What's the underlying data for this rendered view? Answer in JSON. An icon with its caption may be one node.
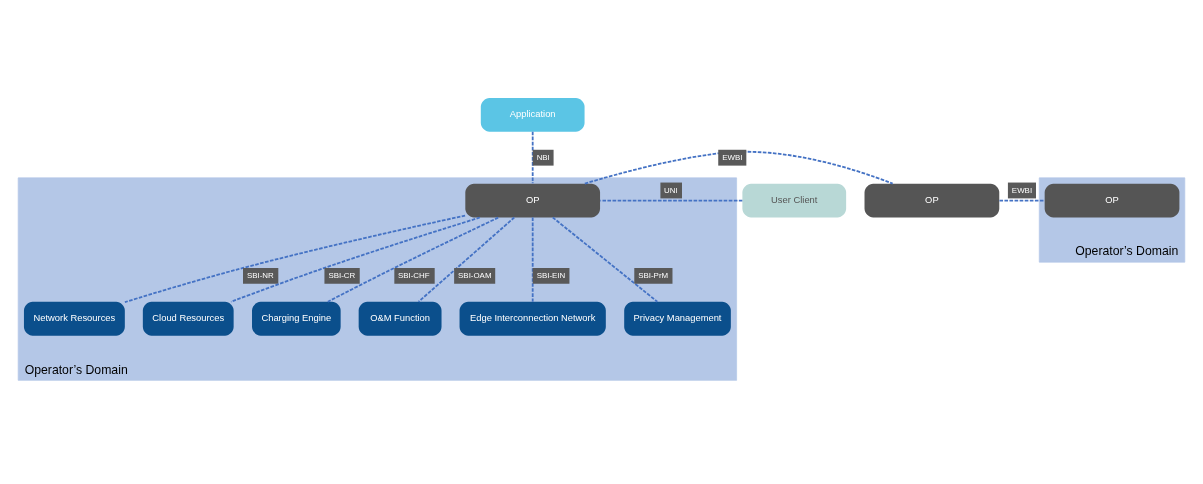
{
  "diagram": {
    "nodes": [
      {
        "text": [
          "Application"
        ]
      },
      {
        "text": [
          "Operator’s Domain"
        ]
      },
      {
        "text": [
          "User Client"
        ]
      },
      {
        "text": [
          "OP"
        ],
        "in": 1
      },
      {
        "text": [
          "OP"
        ]
      },
      {
        "text": [
          "Operator’s Domain"
        ]
      },
      {
        "text": [
          "OP"
        ],
        "in": 5
      },
      {
        "text": [
          "Network Resources"
        ],
        "in": 1
      },
      {
        "text": [
          "Cloud Resources"
        ],
        "in": 1
      },
      {
        "text": [
          "Charging Engine"
        ],
        "in": 1
      },
      {
        "text": [
          "O&M Function"
        ],
        "in": 1
      },
      {
        "text": [
          "Edge Interconnection Network"
        ],
        "in": 1
      },
      {
        "text": [
          "Privacy Management"
        ],
        "in": 1
      }
    ],
    "edges": [
      {
        "from": 0,
        "to": 3,
        "arrow": "none",
        "label": "NBI",
        "style": "dashed"
      },
      {
        "from": 2,
        "to": 3,
        "arrow": "none",
        "label": "UNI",
        "style": "dashed"
      },
      {
        "from": 3,
        "to": 4,
        "arrow": "none",
        "label": "EWBI",
        "style": "dashed"
      },
      {
        "from": 4,
        "to": 6,
        "arrow": "none",
        "label": "EWBI",
        "style": "dashed"
      },
      {
        "from": 3,
        "to": 7,
        "arrow": "none",
        "label": "SBI-NR",
        "style": "dashed"
      },
      {
        "from": 3,
        "to": 8,
        "arrow": "none",
        "label": "SBI-CR",
        "style": "dashed"
      },
      {
        "from": 3,
        "to": 9,
        "arrow": "none",
        "label": "SBI-CHF",
        "style": "dashed"
      },
      {
        "from": 3,
        "to": 10,
        "arrow": "none",
        "label": "SBI-OAM",
        "style": "dashed"
      },
      {
        "from": 3,
        "to": 11,
        "arrow": "none",
        "label": "SBI-EIN",
        "style": "dashed"
      },
      {
        "from": 3,
        "to": 12,
        "arrow": "none",
        "label": "SBI-PrM",
        "style": "dashed"
      }
    ]
  }
}
